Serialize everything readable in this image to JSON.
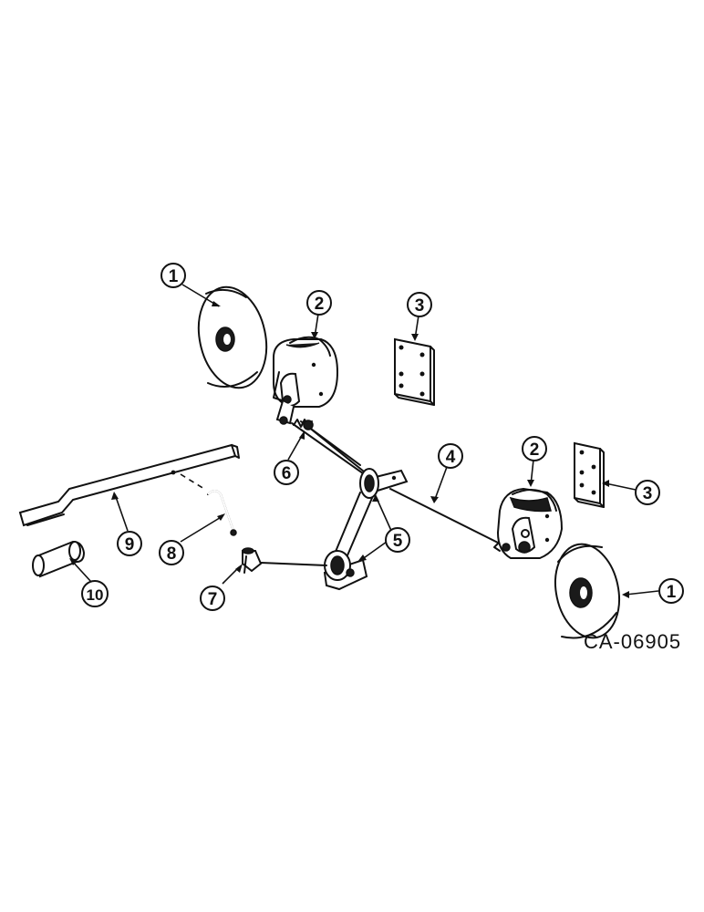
{
  "diagram": {
    "drawing_number": "CA-06905",
    "callouts": [
      {
        "id": "callout-1-top",
        "label": "1"
      },
      {
        "id": "callout-2-top",
        "label": "2"
      },
      {
        "id": "callout-3-top",
        "label": "3"
      },
      {
        "id": "callout-4",
        "label": "4"
      },
      {
        "id": "callout-2-right",
        "label": "2"
      },
      {
        "id": "callout-3-right",
        "label": "3"
      },
      {
        "id": "callout-5",
        "label": "5"
      },
      {
        "id": "callout-6",
        "label": "6"
      },
      {
        "id": "callout-7",
        "label": "7"
      },
      {
        "id": "callout-8",
        "label": "8"
      },
      {
        "id": "callout-9",
        "label": "9"
      },
      {
        "id": "callout-10",
        "label": "10"
      },
      {
        "id": "callout-1-right",
        "label": "1"
      }
    ]
  }
}
